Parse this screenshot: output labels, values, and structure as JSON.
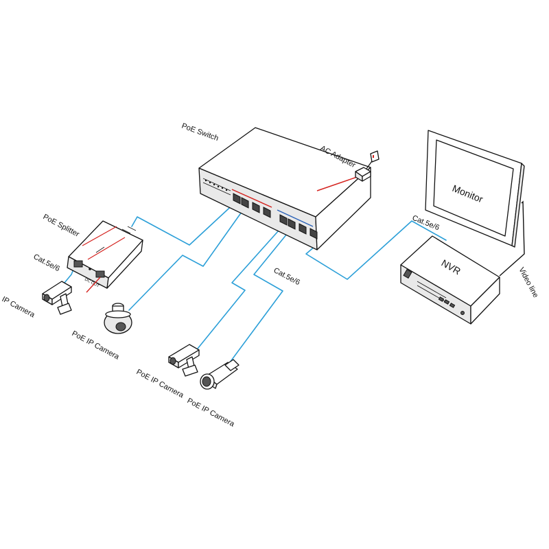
{
  "labels": {
    "poe_switch": "PoE  Switch",
    "ac_adapter": "AC Adapter",
    "poe_splitter": "PoE Splitter",
    "cat_splitter": "Cat.5e/6",
    "cat_middle": "Cat.5e/6",
    "cat_nvr": "Cat.5e/6",
    "ip_camera": "IP Camera",
    "dc_out": "DC OUT",
    "poe_ip_camera_dome": "PoE IP Camera",
    "poe_ip_camera_box": "PoE IP Camera",
    "poe_ip_camera_bullet": "PoE IP Camera",
    "monitor": "Monitor",
    "nvr": "NVR",
    "video_line": "Video line"
  },
  "colors": {
    "cable_blue": "#2b9fd8",
    "power_red": "#d4231f",
    "ink": "#111111",
    "background": "#ffffff"
  },
  "icons": [
    "poe-switch-icon",
    "ac-adapter-icon",
    "poe-splitter-icon",
    "ip-camera-icon",
    "dome-camera-icon",
    "box-camera-icon",
    "bullet-camera-icon",
    "monitor-icon",
    "nvr-icon"
  ]
}
